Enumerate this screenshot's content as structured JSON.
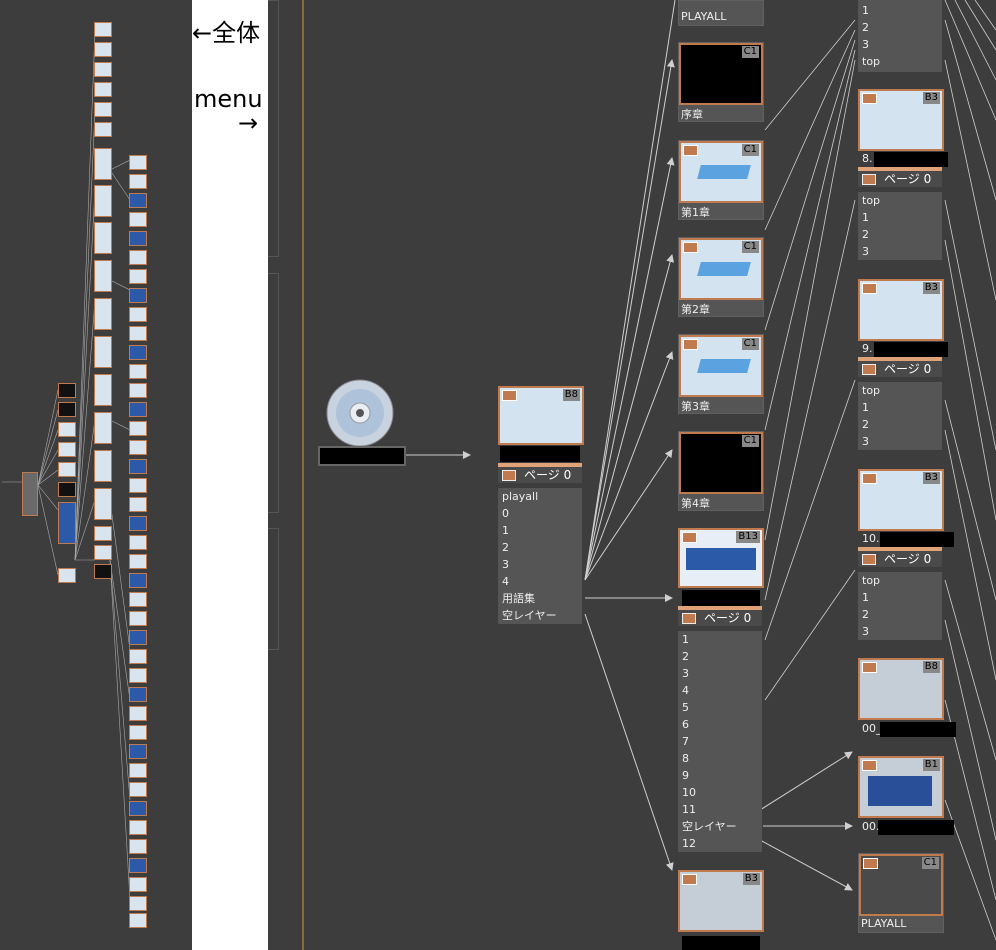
{
  "annotation": {
    "overview_label": "←全体",
    "menu_label": "menu",
    "arrow": "→"
  },
  "disc": {
    "icon": "disc-icon"
  },
  "menu_node": {
    "tag": "B8",
    "page_label": "ページ 0",
    "buttons": [
      "playall",
      "0",
      "1",
      "2",
      "3",
      "4",
      "用語集",
      "空レイヤー"
    ]
  },
  "top_node": {
    "title": "PLAYALL"
  },
  "chapters": [
    {
      "tag": "C1",
      "title": "序章"
    },
    {
      "tag": "C1",
      "title": "第1章"
    },
    {
      "tag": "C1",
      "title": "第2章"
    },
    {
      "tag": "C1",
      "title": "第3章"
    },
    {
      "tag": "C1",
      "title": "第4章"
    }
  ],
  "glossary_node": {
    "tag": "B13",
    "page_label": "ページ 0",
    "buttons": [
      "1",
      "2",
      "3",
      "4",
      "5",
      "6",
      "7",
      "8",
      "9",
      "10",
      "11",
      "空レイヤー",
      "12"
    ]
  },
  "bottom_node": {
    "tag": "B3"
  },
  "right_col": {
    "top_list": [
      "1",
      "2",
      "3",
      "top"
    ],
    "items": [
      {
        "tag": "B3",
        "title": "8.",
        "page_label": "ページ 0",
        "buttons": [
          "top",
          "1",
          "2",
          "3"
        ]
      },
      {
        "tag": "B3",
        "title": "9.",
        "page_label": "ページ 0",
        "buttons": [
          "top",
          "1",
          "2",
          "3"
        ]
      },
      {
        "tag": "B3",
        "title": "10.",
        "page_label": "ページ 0",
        "buttons": [
          "top",
          "1",
          "2",
          "3"
        ]
      }
    ],
    "b8": {
      "tag": "B8",
      "title": "00_"
    },
    "b1": {
      "tag": "B1",
      "title": "00."
    },
    "c1": {
      "tag": "C1",
      "title": "PLAYALL"
    }
  }
}
